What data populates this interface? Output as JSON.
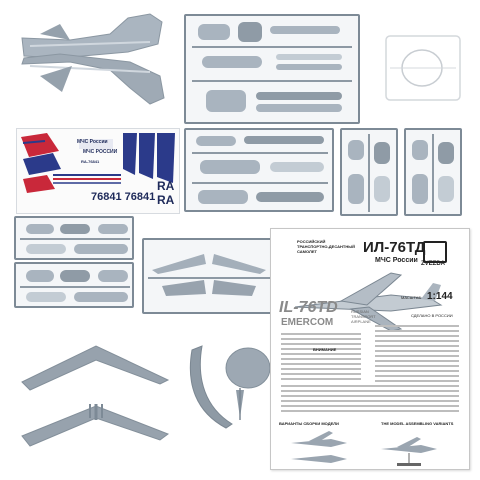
{
  "decal_sheet": {
    "title": "МЧС России",
    "subtitle": "МЧС РОССИИ",
    "registration_small": "RA-76841",
    "reg_large_1": "RA",
    "reg_large_2": "RA",
    "tail_number": "76841 76841"
  },
  "manual": {
    "header_small": "РОССИЙСКИЙ ТРАНСПОРТНО-ДЕСАНТНЫЙ САМОЛЕТ",
    "model": "ИЛ-76ТД",
    "operator": "МЧС России",
    "brand": "ZVEZDA",
    "scale_label": "МАСШТАБ",
    "scale": "1:144",
    "model_en": "IL-76TD",
    "operator_en": "EMERCOM",
    "subtitle_en": "RUSSIAN TRANSPORT AIRPLANE",
    "made_in": "СДЕЛАНО В РОССИИ",
    "assembly_heading": "ВНИМАНИЕ",
    "footer_ru": "ВАРИАНТЫ СБОРКИ МОДЕЛИ",
    "footer_en": "THE MODEL ASSEMBLING VARIANTS"
  },
  "colors": {
    "plastic": "#a9b4bf",
    "plastic_dark": "#8f9ba6",
    "sprue_frame": "#7d8a96",
    "decal_blue": "#1e2a5a",
    "decal_red": "#c9283a"
  }
}
